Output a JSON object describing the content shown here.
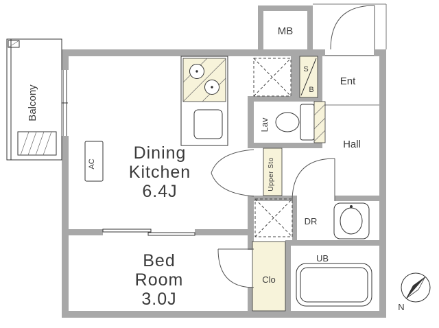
{
  "plan": {
    "rooms": {
      "dining_kitchen": {
        "name_line1": "Dining",
        "name_line2": "Kitchen",
        "size": "6.4J"
      },
      "bed_room": {
        "name_line1": "Bed",
        "name_line2": "Room",
        "size": "3.0J"
      },
      "balcony": {
        "label": "Balcony"
      },
      "hall": {
        "label": "Hall"
      },
      "entrance": {
        "label": "Ent"
      },
      "lavatory": {
        "label": "Lav"
      },
      "meter_box": {
        "label": "MB"
      },
      "shoe_box": {
        "label_top": "S",
        "label_bottom": "B"
      },
      "upper_storage": {
        "label": "Upper Sto"
      },
      "powder_room": {
        "label": "DR"
      },
      "unit_bath": {
        "label": "UB"
      },
      "closet": {
        "label": "Clo"
      },
      "air_con": {
        "label": "AC"
      }
    },
    "compass": {
      "label": "N"
    }
  },
  "colors": {
    "wall": "#a8a8a8",
    "cream": "#f7f3da",
    "line": "#333333",
    "text": "#3b3b3b",
    "bg": "#ffffff"
  }
}
